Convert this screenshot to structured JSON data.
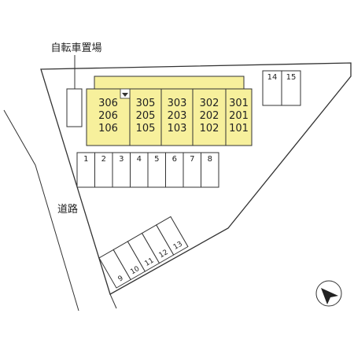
{
  "bicycle_parking_label": "自転車置場",
  "road_label": "道路",
  "building": {
    "unit_columns": [
      {
        "units": [
          "306",
          "206",
          "106"
        ]
      },
      {
        "units": [
          "305",
          "205",
          "105"
        ]
      },
      {
        "units": [
          "303",
          "203",
          "103"
        ]
      },
      {
        "units": [
          "302",
          "202",
          "102"
        ]
      },
      {
        "units": [
          "301",
          "201",
          "101"
        ]
      }
    ],
    "fill_color": "#f7f09c"
  },
  "parking_row_main": [
    "1",
    "2",
    "3",
    "4",
    "5",
    "6",
    "7",
    "8"
  ],
  "parking_row_diagonal": [
    "9",
    "10",
    "11",
    "12",
    "13"
  ],
  "parking_row_top": [
    "14",
    "15"
  ],
  "compass_icon": "north-arrow-icon"
}
